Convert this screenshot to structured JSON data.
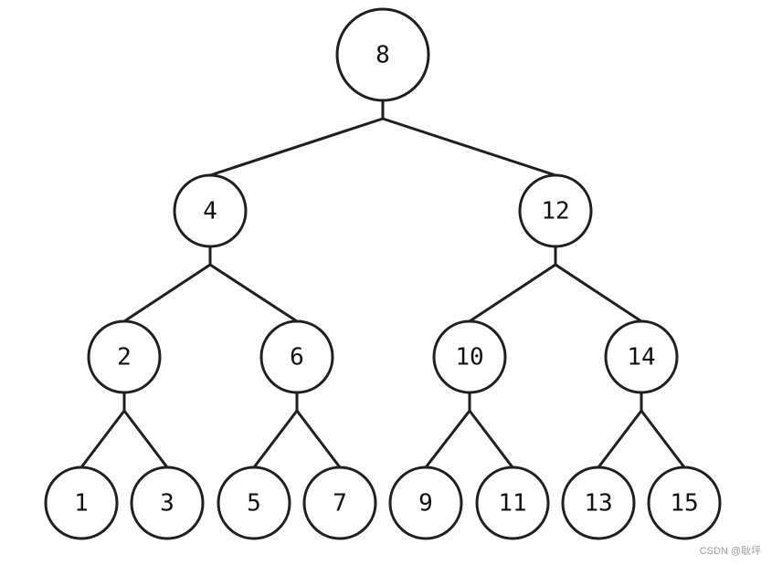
{
  "diagram": {
    "type": "binary-tree",
    "nodes": [
      {
        "id": "n8",
        "label": "8"
      },
      {
        "id": "n4",
        "label": "4"
      },
      {
        "id": "n12",
        "label": "12"
      },
      {
        "id": "n2",
        "label": "2"
      },
      {
        "id": "n6",
        "label": "6"
      },
      {
        "id": "n10",
        "label": "10"
      },
      {
        "id": "n14",
        "label": "14"
      },
      {
        "id": "n1",
        "label": "1"
      },
      {
        "id": "n3",
        "label": "3"
      },
      {
        "id": "n5",
        "label": "5"
      },
      {
        "id": "n7",
        "label": "7"
      },
      {
        "id": "n9",
        "label": "9"
      },
      {
        "id": "n11",
        "label": "11"
      },
      {
        "id": "n13",
        "label": "13"
      },
      {
        "id": "n15",
        "label": "15"
      }
    ],
    "edges": [
      {
        "parent": "n8",
        "children": [
          "n4",
          "n12"
        ]
      },
      {
        "parent": "n4",
        "children": [
          "n2",
          "n6"
        ]
      },
      {
        "parent": "n12",
        "children": [
          "n10",
          "n14"
        ]
      },
      {
        "parent": "n2",
        "children": [
          "n1",
          "n3"
        ]
      },
      {
        "parent": "n6",
        "children": [
          "n5",
          "n7"
        ]
      },
      {
        "parent": "n10",
        "children": [
          "n9",
          "n11"
        ]
      },
      {
        "parent": "n14",
        "children": [
          "n13",
          "n15"
        ]
      }
    ],
    "colors": {
      "stroke": "#1f1f1f",
      "fill": "#ffffff",
      "text": "#111111"
    }
  },
  "watermark": "CSDN @耿坪"
}
